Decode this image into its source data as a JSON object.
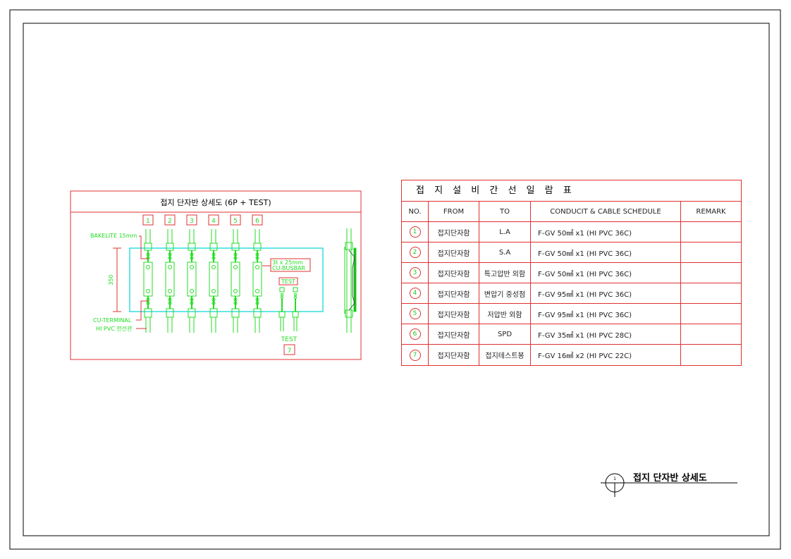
{
  "diagram": {
    "title": "접지 단자반 상세도 (6P + TEST)",
    "terminal_numbers": [
      "1",
      "2",
      "3",
      "4",
      "5",
      "6"
    ],
    "test_number": "7",
    "labels": {
      "bakelite": "BAKELITE 15mm",
      "dimension": "350",
      "cu_terminal": "CU-TERMINAL",
      "hi_pvc": "HI PVC 전선관",
      "busbar_1": "3t  x 25mm",
      "busbar_2": "CU-BUSBAR",
      "test_box": "TEST",
      "test_label": "TEST"
    },
    "colors": {
      "frame": "#e03030",
      "line": "#22dd22",
      "busbar": "#33dddd"
    }
  },
  "table": {
    "title": "접 지 설 비 간 선 일 람 표",
    "headers": [
      "NO.",
      "FROM",
      "TO",
      "CONDUCIT & CABLE SCHEDULE",
      "REMARK"
    ],
    "rows": [
      {
        "no": "1",
        "from": "접지단자함",
        "to": "L.A",
        "schedule": "F-GV 50㎟ x1 (HI PVC 36C)",
        "remark": ""
      },
      {
        "no": "2",
        "from": "접지단자함",
        "to": "S.A",
        "schedule": "F-GV 50㎟ x1 (HI PVC 36C)",
        "remark": ""
      },
      {
        "no": "3",
        "from": "접지단자함",
        "to": "특고압반 외함",
        "schedule": "F-GV 50㎟ x1 (HI PVC 36C)",
        "remark": ""
      },
      {
        "no": "4",
        "from": "접지단자함",
        "to": "변압기 중성점",
        "schedule": "F-GV 95㎟ x1 (HI PVC 36C)",
        "remark": ""
      },
      {
        "no": "5",
        "from": "접지단자함",
        "to": "저압반 외함",
        "schedule": "F-GV 95㎟ x1 (HI PVC 36C)",
        "remark": ""
      },
      {
        "no": "6",
        "from": "접지단자함",
        "to": "SPD",
        "schedule": "F-GV 35㎟ x1 (HI PVC 28C)",
        "remark": ""
      },
      {
        "no": "7",
        "from": "접지단자함",
        "to": "접지테스트봉",
        "schedule": "F-GV 16㎟ x2 (HI PVC 22C)",
        "remark": ""
      }
    ]
  },
  "legend": {
    "number": "1",
    "title": "접지 단자반 상세도"
  }
}
